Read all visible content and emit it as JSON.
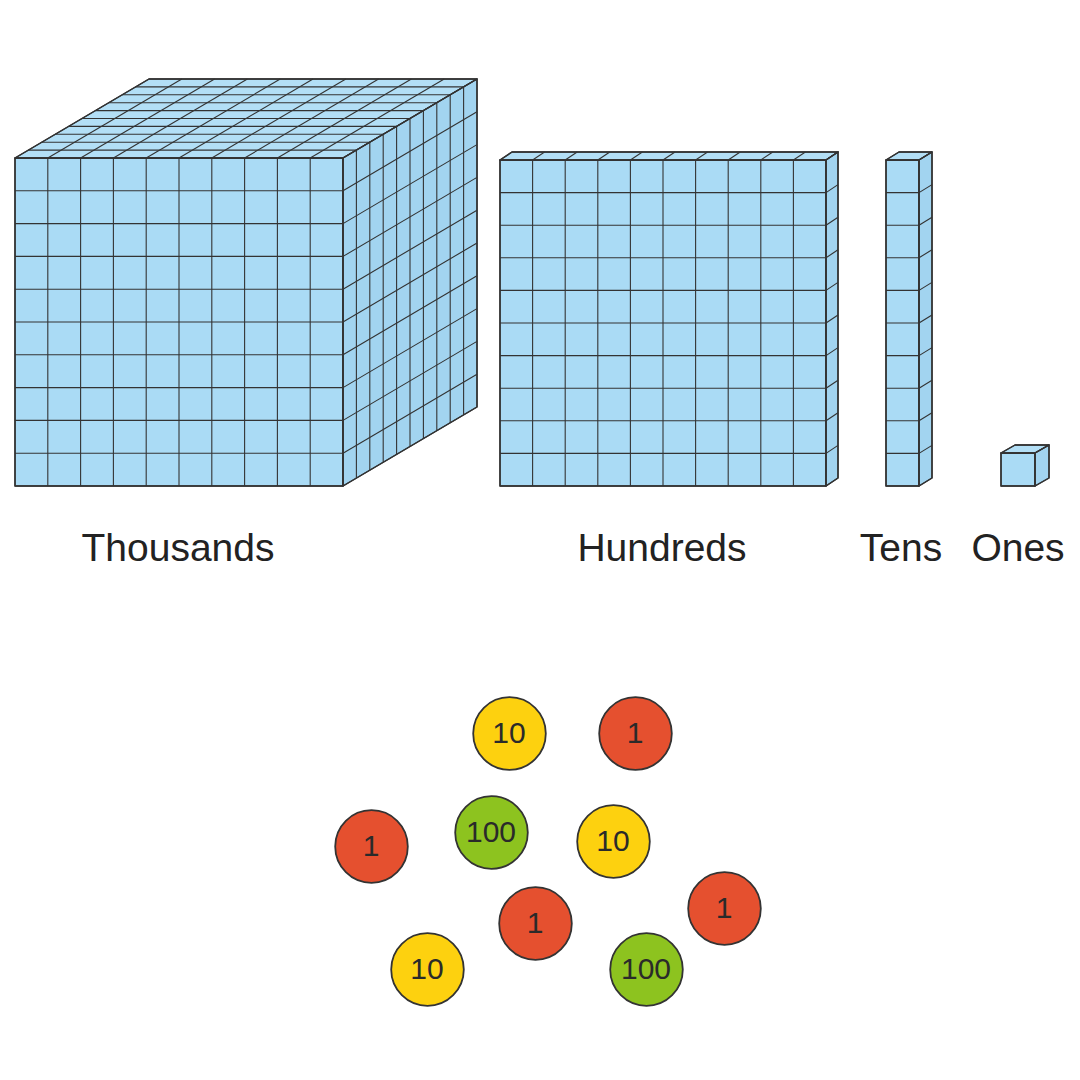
{
  "diagram": {
    "nodes": [
      {
        "text": [
          "10"
        ]
      },
      {
        "text": [
          "1"
        ]
      },
      {
        "text": [
          "1"
        ]
      },
      {
        "text": [
          "100"
        ]
      },
      {
        "text": [
          "10"
        ]
      },
      {
        "text": [
          "1"
        ]
      },
      {
        "text": [
          "1"
        ]
      },
      {
        "text": [
          "10"
        ]
      },
      {
        "text": [
          "100"
        ]
      }
    ],
    "labels": [
      "Thousands",
      "Hundreds",
      "Tens",
      "Ones"
    ]
  }
}
